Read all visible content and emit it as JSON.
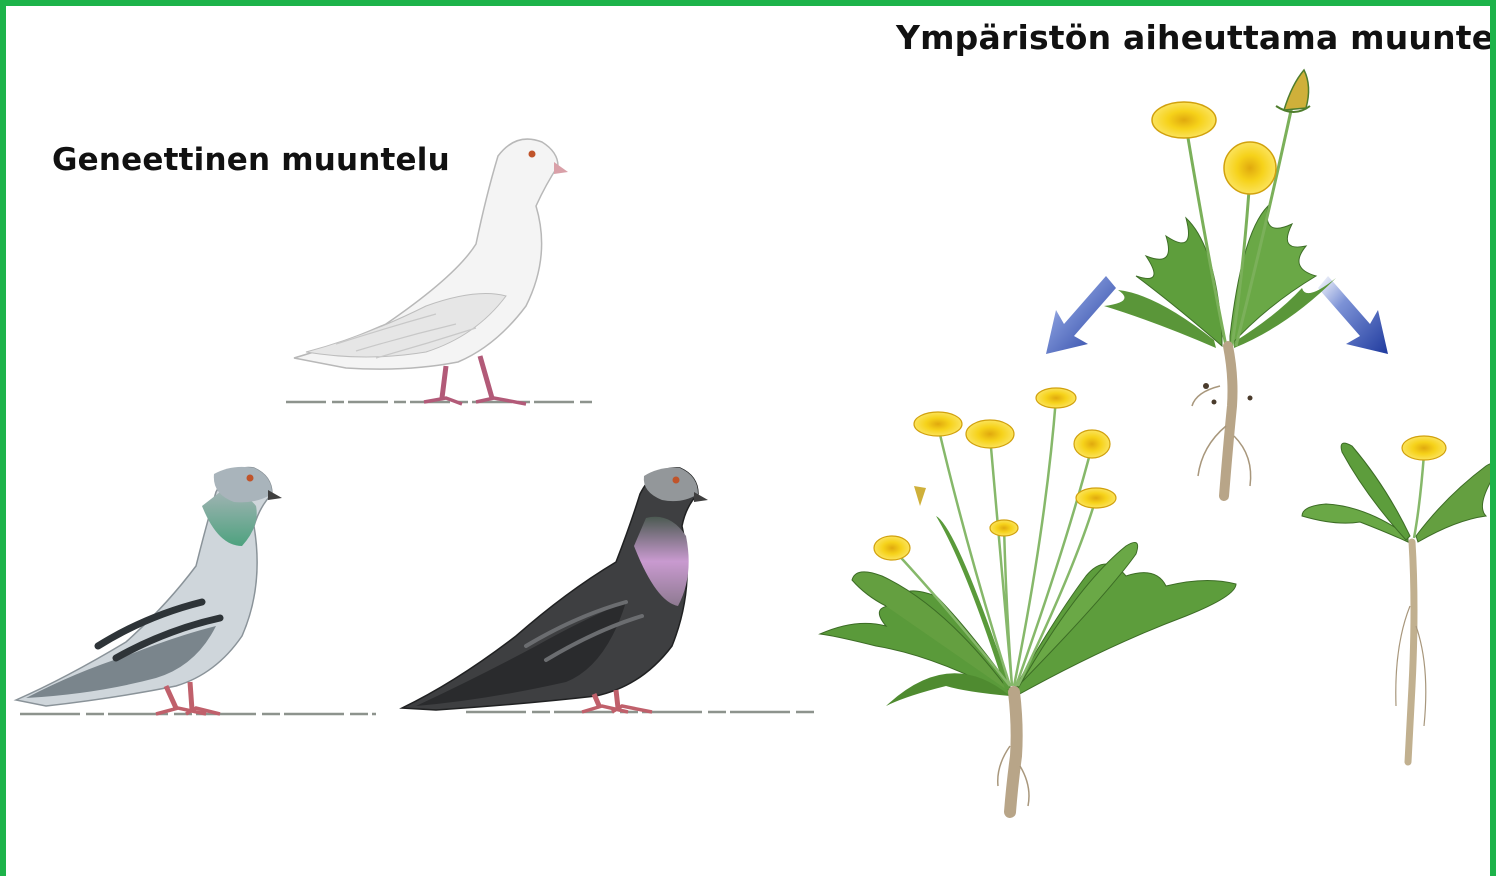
{
  "headings": {
    "genetic": "Geneettinen muuntelu",
    "environmental": "Ympäristön aiheuttama muuntelu"
  },
  "colors": {
    "frame": "#1db34a",
    "arrow": "#1f3a9e",
    "petal": "#f6d21a",
    "leaf": "#5e9e3c"
  },
  "figures": {
    "pigeons": [
      "white-pigeon",
      "blue-grey-pigeon",
      "dark-pigeon"
    ],
    "dandelions": [
      "parent-dandelion",
      "large-dandelion",
      "small-dandelion"
    ],
    "arrows": [
      "arrow-left-down-icon",
      "arrow-right-down-icon"
    ]
  }
}
